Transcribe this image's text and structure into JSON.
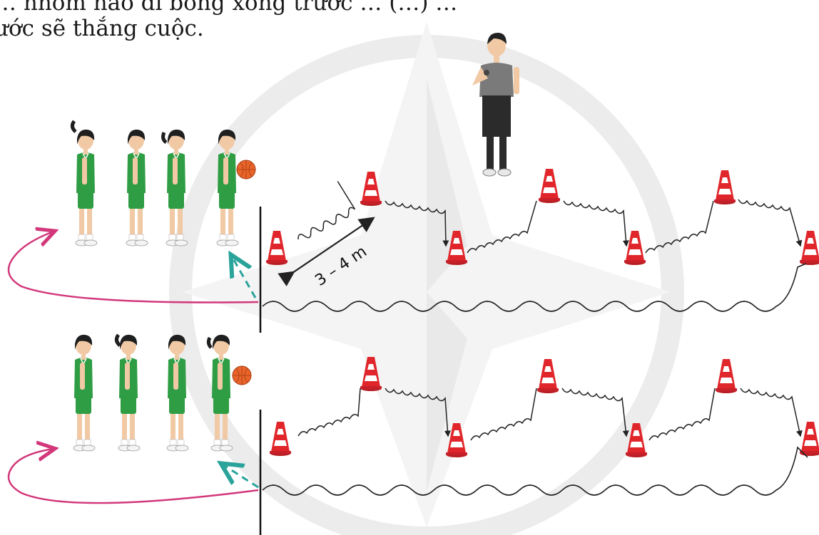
{
  "caption": {
    "line1": "… nhóm nào đi bóng xong trước … (…) …",
    "line2": "ước sẽ thắng cuộc."
  },
  "distance_label": "3 – 4 m",
  "colors": {
    "jersey": "#2e9d43",
    "ball": "#e8642a",
    "cone": "#e0262b",
    "return_arrow": "#d2377a",
    "pass_arrow": "#2aa39a",
    "path": "#222222",
    "watermark": "#e9e9e9"
  },
  "groups": [
    {
      "name": "top-team",
      "players": 4,
      "cones": 7
    },
    {
      "name": "bottom-team",
      "players": 4,
      "cones": 7
    }
  ],
  "referee": {
    "icon": "referee-whistle"
  }
}
